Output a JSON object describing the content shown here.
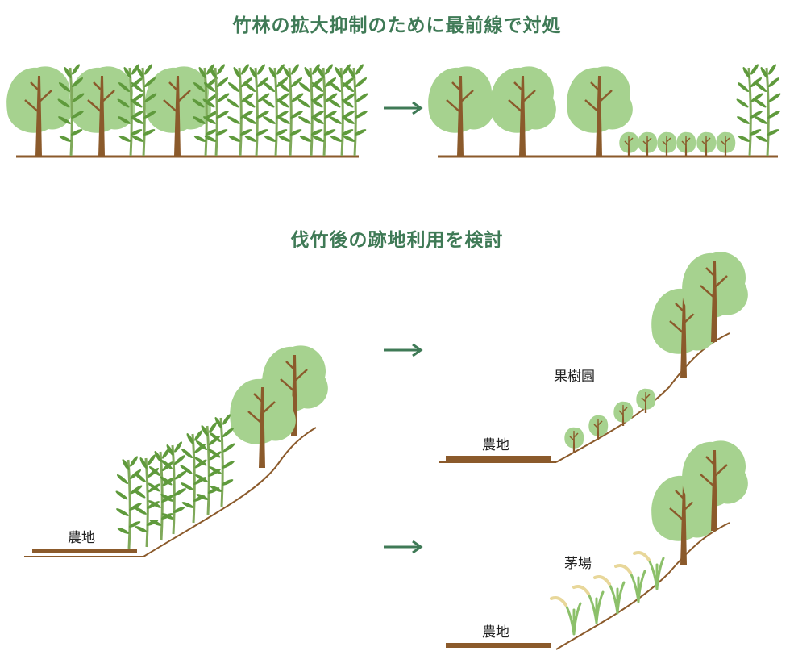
{
  "headings": {
    "top": "竹林の拡大抑制のために最前線で対処",
    "middle": "伐竹後の跡地利用を検討"
  },
  "labels": {
    "farmland_before": "農地",
    "farmland_orchard": "農地",
    "orchard": "果樹園",
    "farmland_grass": "農地",
    "grassland": "茅場"
  },
  "colors": {
    "heading": "#3f7a56",
    "canopy": "#a6d28f",
    "trunk": "#8b5a2b",
    "ground": "#8b5a2b",
    "bamboo_stalk": "#7fa95a",
    "bamboo_leaf": "#5f9a3c",
    "arrow": "#3f7a56",
    "grass": "#8cc06a",
    "grass_plume": "#e8d79a"
  },
  "icons": [
    "tree-icon",
    "bamboo-icon",
    "arrow-icon",
    "sapling-icon",
    "pampas-grass-icon"
  ]
}
